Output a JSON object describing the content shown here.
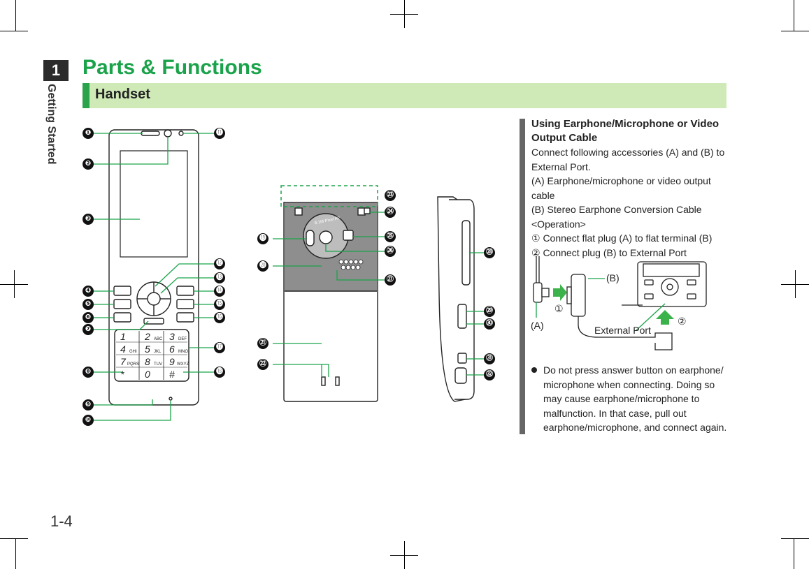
{
  "chapter": {
    "number": "1",
    "label": "Getting Started"
  },
  "page_title": "Parts & Functions",
  "section_title": "Handset",
  "page_number": "1-4",
  "callouts": [
    "❶",
    "❷",
    "❸",
    "❹",
    "❺",
    "❻",
    "❼",
    "❽",
    "❾",
    "❿",
    "⓫",
    "⓬",
    "⓭",
    "⓮",
    "⓯",
    "⓰",
    "⓱",
    "⓲",
    "⓳",
    "⓴",
    "㉑",
    "㉒",
    "㉓",
    "㉔",
    "㉕",
    "㉖",
    "㉗",
    "㉘",
    "㉙",
    "㉚",
    "㉛",
    "㉜"
  ],
  "sidebar": {
    "heading": "Using Earphone/Microphone or Video Output Cable",
    "lines": [
      "Connect following accessories (A) and (B) to External Port.",
      "(A) Earphone/microphone or video output cable",
      "(B) Stereo Earphone Conversion Cable",
      "<Operation>",
      "① Connect flat plug (A) to flat terminal (B)",
      "② Connect plug (B) to External Port"
    ],
    "diagram": {
      "label_a": "(A)",
      "label_b": "(B)",
      "step1": "①",
      "step2": "②",
      "port_label": "External Port"
    },
    "bullet": "Do not press answer button on earphone/ microphone when connecting. Doing so may cause earphone/microphone to malfunction. In that case, pull out earphone/microphone, and connect again."
  },
  "keypad": {
    "keys": [
      "1",
      "2",
      "3",
      "4",
      "5",
      "6",
      "7",
      "8",
      "9",
      "*",
      "0",
      "#"
    ],
    "sub": [
      "",
      "ABC",
      "DEF",
      "GHI",
      "JKL",
      "MNO",
      "PQRS",
      "TUV",
      "WXYZ",
      "",
      "",
      ""
    ]
  },
  "camera_text": "8.1M Pixel AF",
  "colors": {
    "accent_green": "#2aa34a",
    "section_bg": "#cfe9b7",
    "arrow_green": "#3cb34a"
  }
}
